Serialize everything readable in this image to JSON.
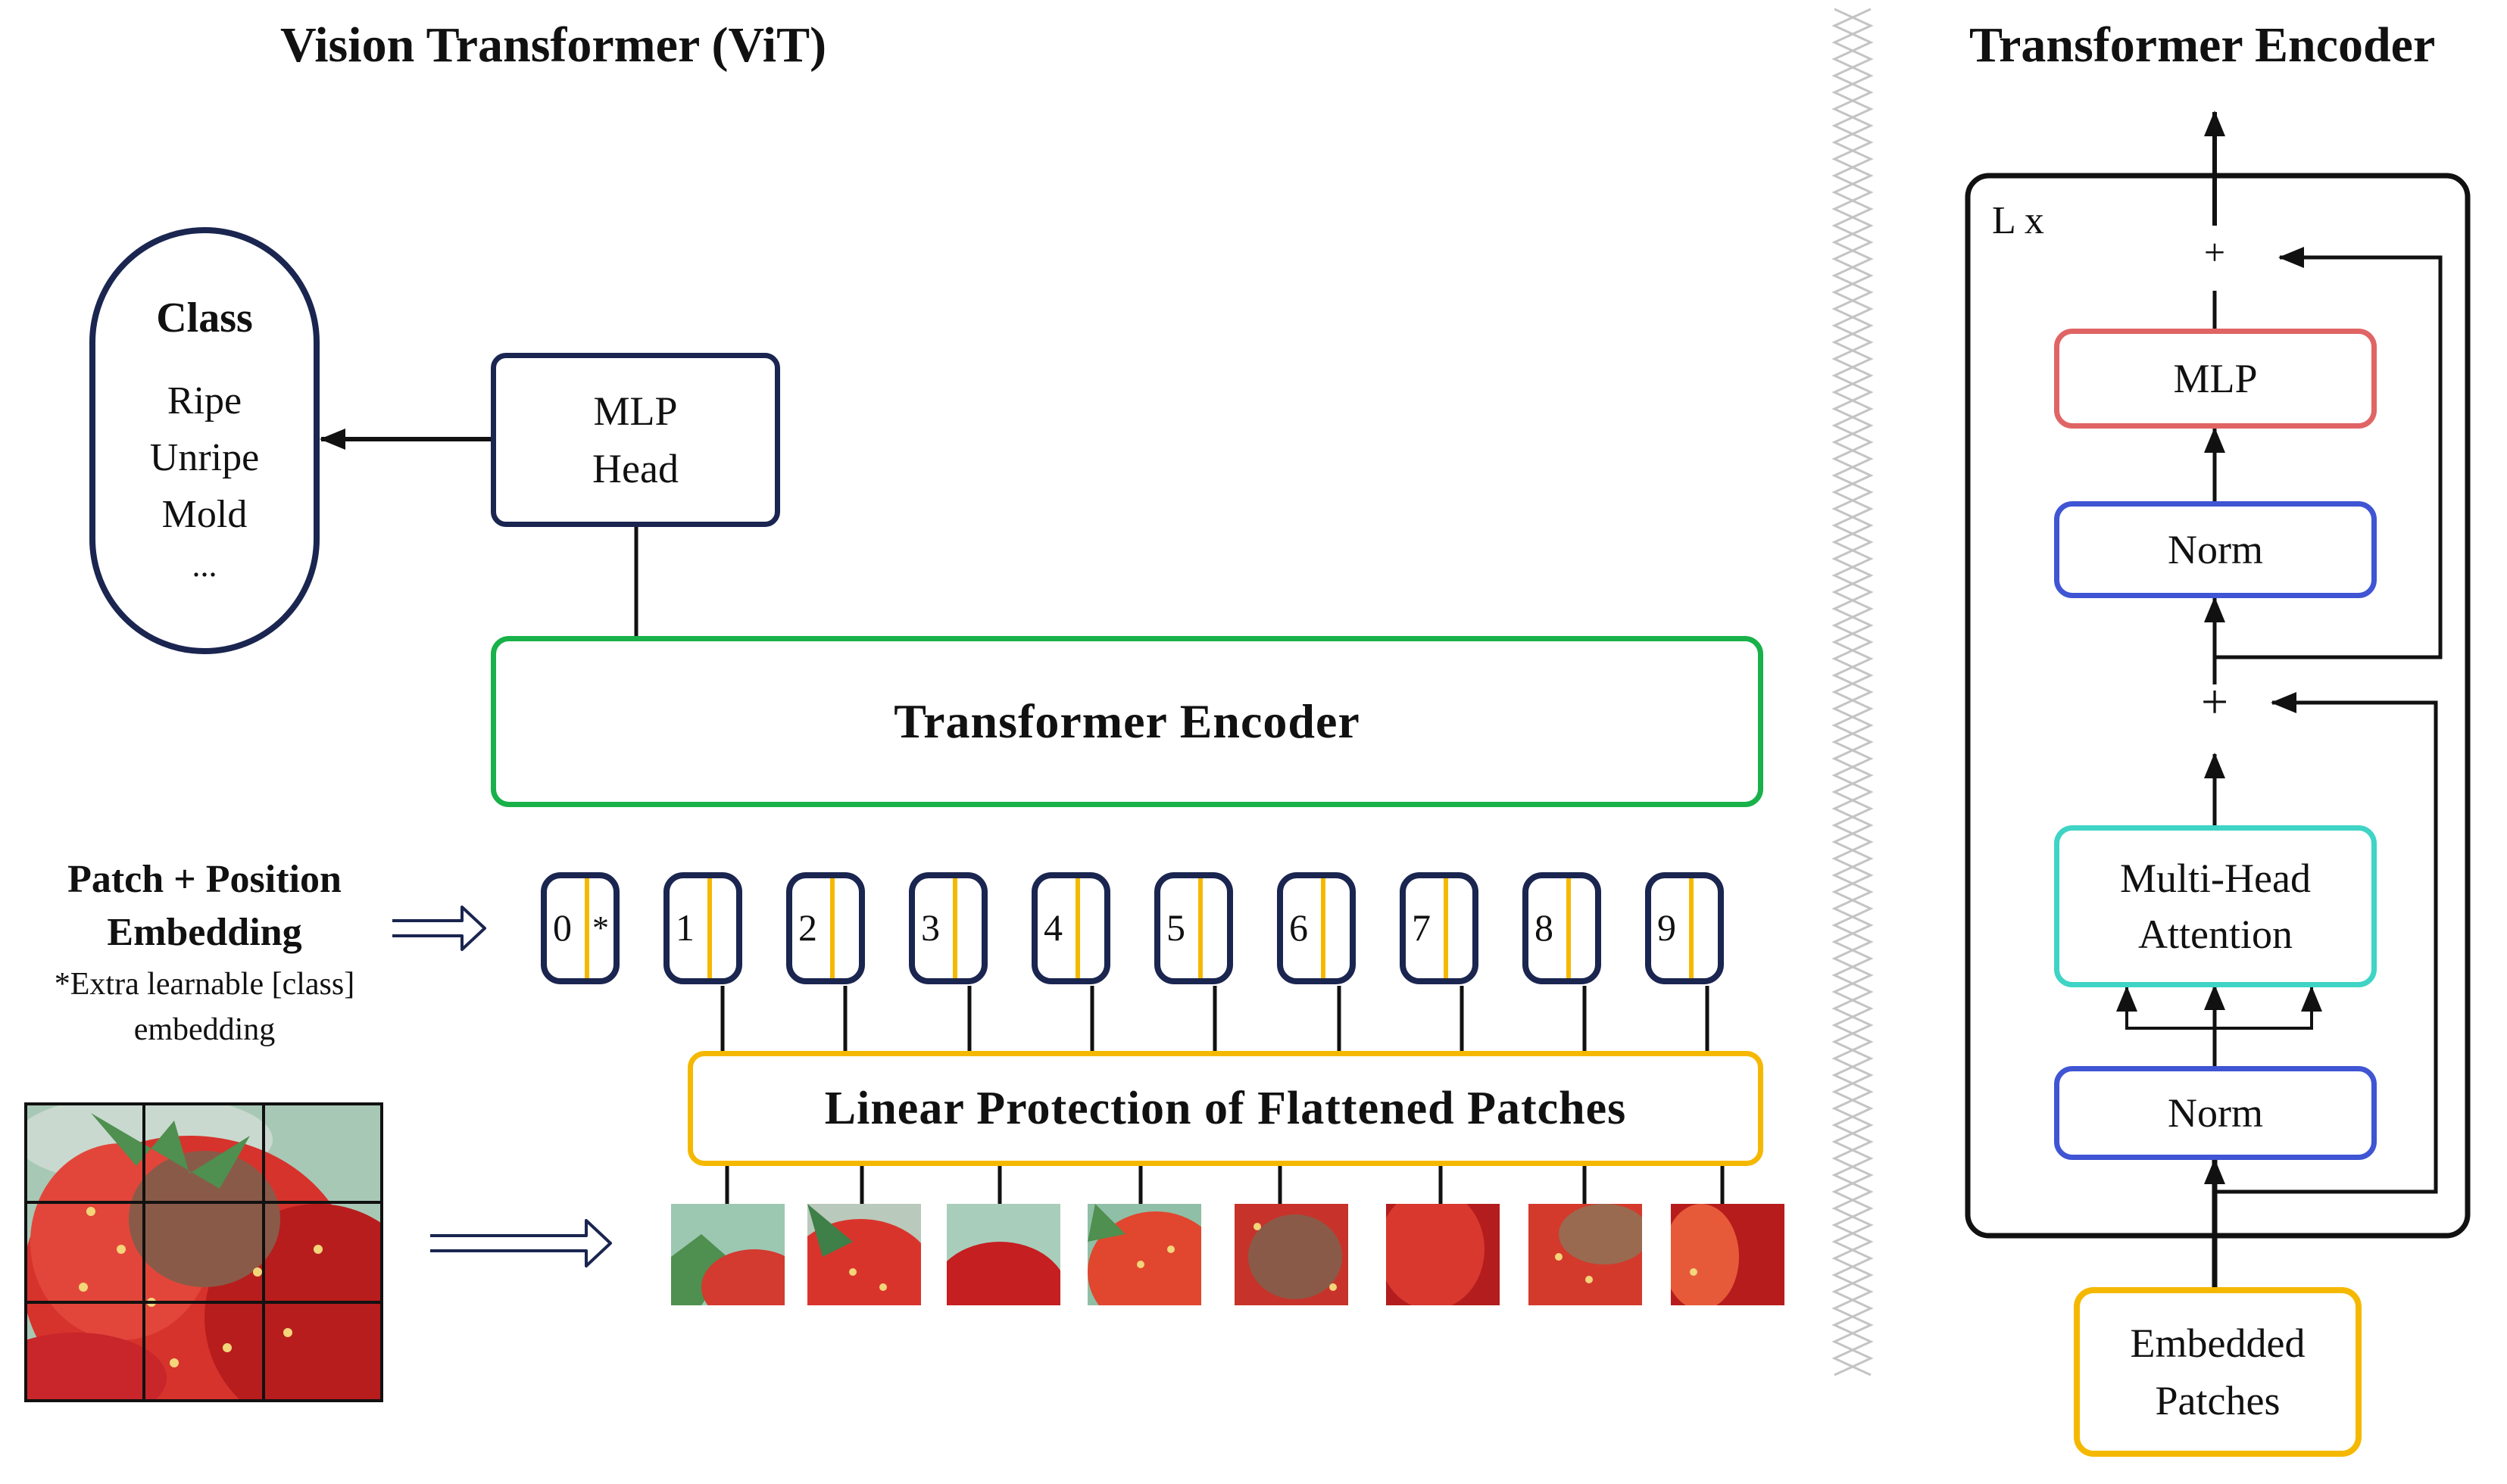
{
  "vit": {
    "title": "Vision Transformer (ViT)",
    "class_box": {
      "heading": "Class",
      "items": [
        "Ripe",
        "Unripe",
        "Mold",
        "..."
      ]
    },
    "mlp_head": {
      "line1": "MLP",
      "line2": "Head"
    },
    "encoder_label": "Transformer Encoder",
    "embedding_label": {
      "line1": "Patch + Position",
      "line2": "Embedding",
      "note1": "*Extra learnable [class]",
      "note2": "embedding"
    },
    "tokens": [
      "0",
      "1",
      "2",
      "3",
      "4",
      "5",
      "6",
      "7",
      "8",
      "9"
    ],
    "class_token_marker": "*",
    "projection_label": "Linear Protection of Flattened Patches"
  },
  "encoder_detail": {
    "title": "Transformer Encoder",
    "repeat_label": "L x",
    "plus_sign": "+",
    "mlp": "MLP",
    "norm": "Norm",
    "attention": {
      "line1": "Multi-Head",
      "line2": "Attention"
    },
    "embedded_patches": {
      "line1": "Embedded",
      "line2": "Patches"
    }
  },
  "colors": {
    "navy": "#1a2550",
    "green": "#18b14a",
    "orange": "#f5b800",
    "red": "#e06464",
    "blue": "#3f55d4",
    "teal": "#3fd4c5",
    "divider": "#bdbdbd"
  }
}
